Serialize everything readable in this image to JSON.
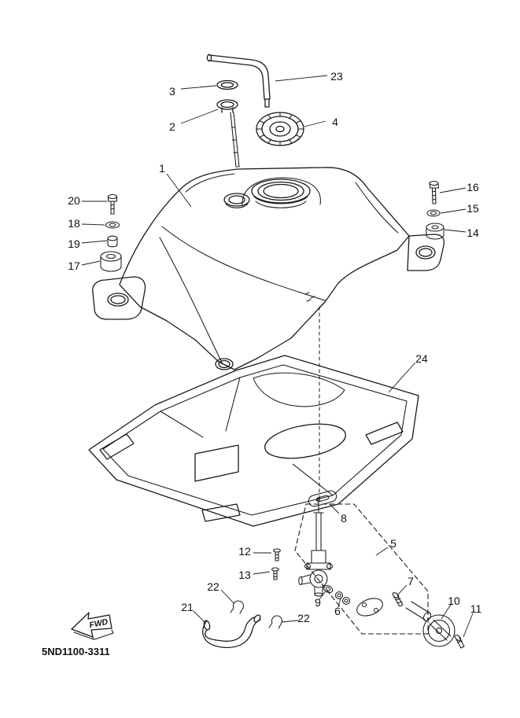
{
  "colors": {
    "line": "#1a1a1a",
    "background": "#ffffff",
    "text": "#111111"
  },
  "diagram": {
    "code": "5ND1100-3311",
    "fwd_label": "FWD",
    "callouts": [
      "23",
      "3",
      "2",
      "4",
      "1",
      "16",
      "20",
      "15",
      "18",
      "14",
      "19",
      "17",
      "24",
      "8",
      "5",
      "12",
      "13",
      "22",
      "9",
      "6",
      "7",
      "10",
      "11",
      "21",
      "22"
    ]
  }
}
